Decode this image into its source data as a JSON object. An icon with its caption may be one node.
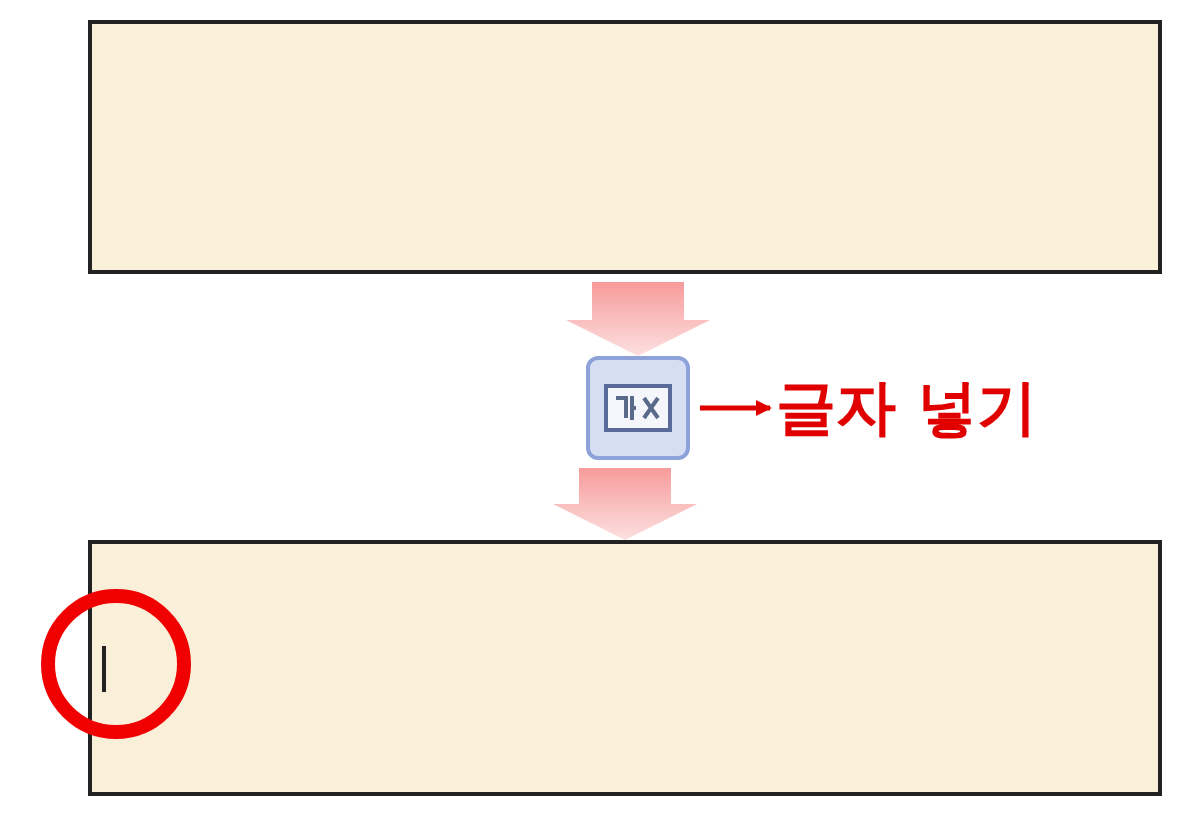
{
  "diagram": {
    "nodes": [
      {
        "text": [],
        "shape": "box"
      },
      {
        "text": [],
        "shape": "picture"
      },
      {
        "text": [
          "글자 넣기"
        ]
      },
      {
        "text": [],
        "shape": "box"
      }
    ],
    "edges": [
      {
        "from": 0,
        "to": 1,
        "arrow": "to",
        "style": "thick"
      },
      {
        "from": 1,
        "to": 2,
        "arrow": "to",
        "color": "#e00000"
      },
      {
        "from": 1,
        "to": 3,
        "arrow": "to",
        "style": "thick"
      }
    ]
  }
}
